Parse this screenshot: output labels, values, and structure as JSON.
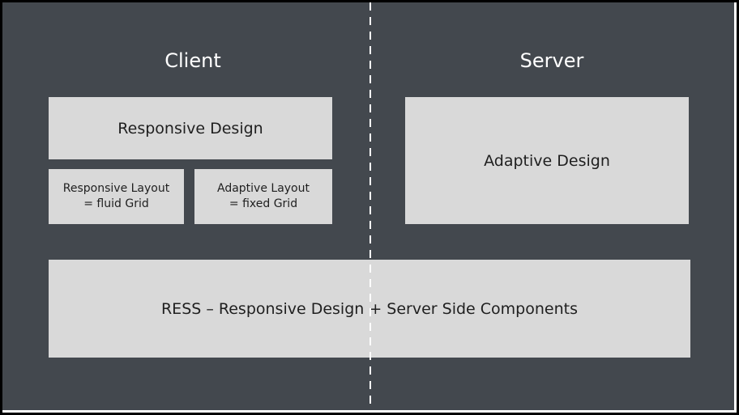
{
  "diagram": {
    "headings": {
      "client": "Client",
      "server": "Server"
    },
    "client_boxes": {
      "responsive_design": "Responsive Design",
      "responsive_layout": {
        "line1": "Responsive Layout",
        "line2": "= fluid Grid"
      },
      "adaptive_layout": {
        "line1": "Adaptive Layout",
        "line2": "= fixed Grid"
      }
    },
    "server_boxes": {
      "adaptive_design": "Adaptive Design"
    },
    "bottom_box": "RESS – Responsive Design + Server Side Components",
    "colors": {
      "background": "#43484e",
      "box": "#d9d9d9",
      "box_text": "#1f1f1f",
      "heading_text": "#ffffff",
      "divider": "#ffffff",
      "frame": "#000000"
    }
  }
}
